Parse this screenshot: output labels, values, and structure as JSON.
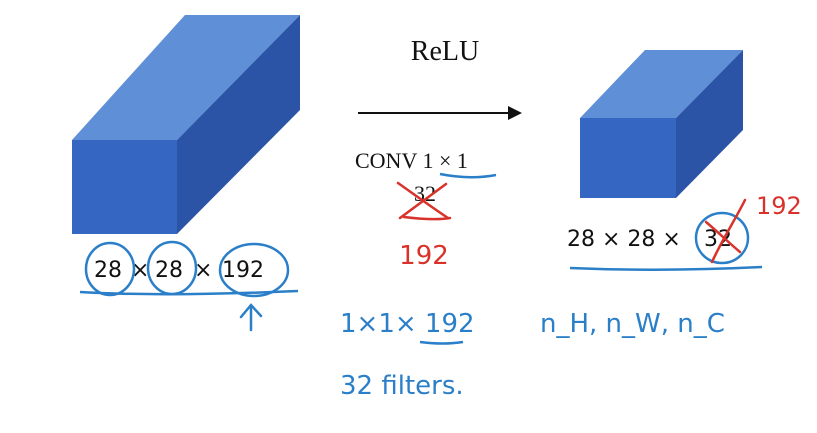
{
  "activation_label": "ReLU",
  "conv_label": "CONV 1 × 1",
  "conv_filters_original": "32",
  "conv_filters_handwritten": "192",
  "input_volume": {
    "label_parts": [
      "28",
      "×",
      "28",
      "×",
      "192"
    ]
  },
  "output_volume": {
    "label_parts": [
      "28 × 28 ×",
      "32"
    ],
    "handwritten_correction": "192"
  },
  "handwritten_notes": {
    "filter_dims": "1×1× 192",
    "num_filters": "32 filters.",
    "dims_notation": "n_H, n_W, n_C"
  },
  "colors": {
    "cube_front": "#3466c2",
    "cube_top": "#5f8fd6",
    "cube_side": "#2c54a6",
    "ink_blue": "#2a7fc8",
    "ink_red": "#d9322b"
  }
}
